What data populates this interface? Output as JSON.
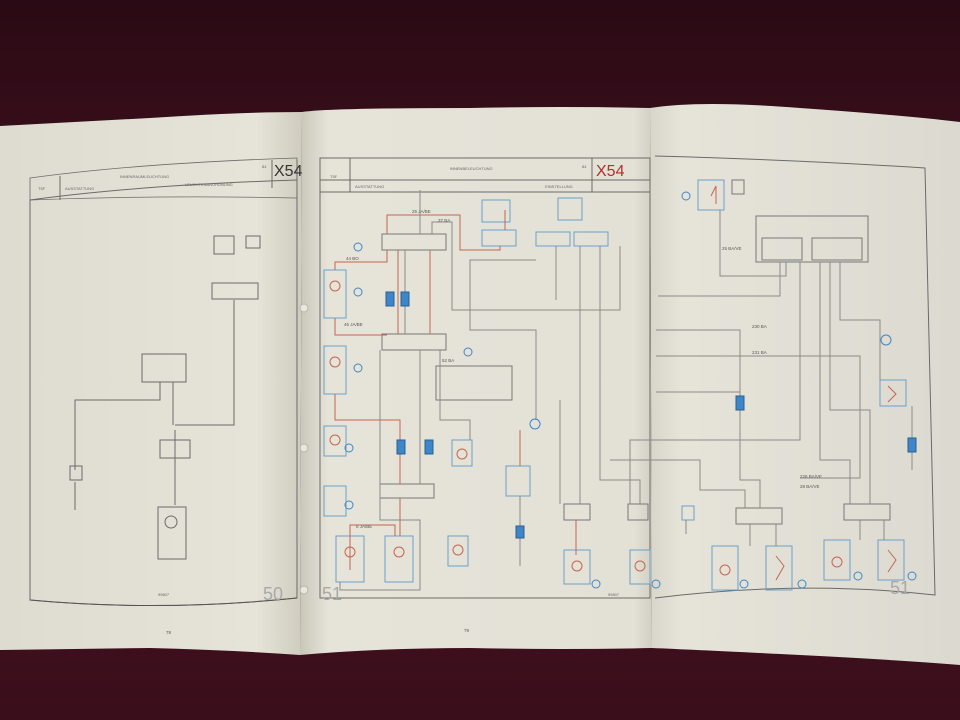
{
  "left_page": {
    "section_code": "X54",
    "header_left": "T5F",
    "header_title": "INNENRAUMLEUCHTUNG",
    "header_sub": "AUSSTATTUNG",
    "header_right": "LEUCHTENANORDNUNG",
    "header_num": "84",
    "diagram_number": "50",
    "footer_ref": "99807",
    "page_number": "78"
  },
  "middle_page": {
    "section_code": "X54",
    "header_left": "T5F",
    "header_title": "INNENBELEUCHTUNG",
    "header_sub": "AUSSTATTUNG",
    "header_right": "EINSTELLUNG",
    "header_num": "84",
    "diagram_number_left": "51",
    "footer_ref": "99807",
    "page_number": "79",
    "wire_labels": [
      "25 JA/BE",
      "37 BA",
      "44 BO",
      "46 JA/BE",
      "52 BA",
      "6 JA/BE"
    ]
  },
  "right_page": {
    "diagram_number": "51",
    "wire_labels": [
      "230 BA",
      "231 BA",
      "25 BA/VE",
      "226 BA/VE",
      "28 BA/VE"
    ]
  },
  "colors": {
    "background": "#3b0f1d",
    "paper": "#e3e1d5",
    "wire_red": "#c4654f",
    "fuse_blue": "#3f86c8",
    "section_red": "#b0302a"
  }
}
